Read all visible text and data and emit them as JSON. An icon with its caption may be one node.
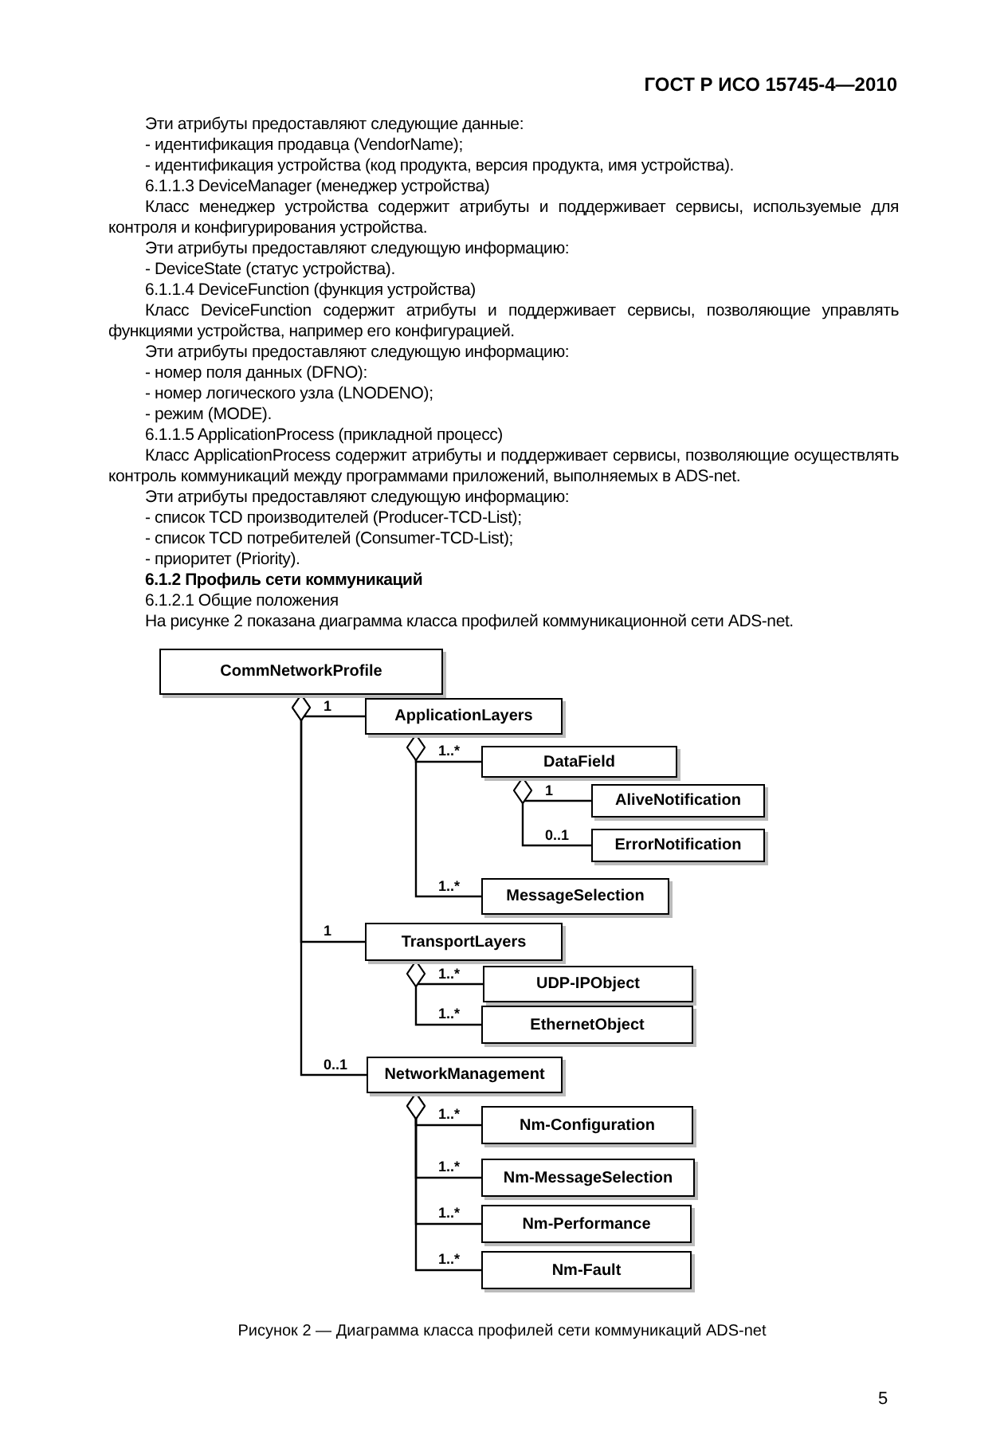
{
  "diagram": {
    "caption": "Рисунок 2 — Диаграмма класса профилей сети коммуникаций ADS-net",
    "nodes": [
      {
        "text": [
          "CommNetworkProfile"
        ]
      },
      {
        "text": [
          "ApplicationLayers"
        ]
      },
      {
        "text": [
          "DataField"
        ]
      },
      {
        "text": [
          "AliveNotification"
        ]
      },
      {
        "text": [
          "ErrorNotification"
        ]
      },
      {
        "text": [
          "MessageSelection"
        ]
      },
      {
        "text": [
          "TransportLayers"
        ]
      },
      {
        "text": [
          "UDP-IPObject"
        ]
      },
      {
        "text": [
          "EthernetObject"
        ]
      },
      {
        "text": [
          "NetworkManagement"
        ]
      },
      {
        "text": [
          "Nm-Configuration"
        ]
      },
      {
        "text": [
          "Nm-MessageSelection"
        ]
      },
      {
        "text": [
          "Nm-Performance"
        ]
      },
      {
        "text": [
          "Nm-Fault"
        ]
      }
    ],
    "edges": [
      {
        "from": 0,
        "to": 1,
        "arrow": "other",
        "label": "1"
      },
      {
        "from": 1,
        "to": 2,
        "arrow": "other",
        "label": "1..*"
      },
      {
        "from": 2,
        "to": 3,
        "arrow": "other",
        "label": "1"
      },
      {
        "from": 2,
        "to": 4,
        "arrow": "other",
        "label": "0..1"
      },
      {
        "from": 1,
        "to": 5,
        "arrow": "other",
        "label": "1..*"
      },
      {
        "from": 0,
        "to": 6,
        "arrow": "other",
        "label": "1"
      },
      {
        "from": 6,
        "to": 7,
        "arrow": "other",
        "label": "1..*"
      },
      {
        "from": 6,
        "to": 8,
        "arrow": "other",
        "label": "1..*"
      },
      {
        "from": 0,
        "to": 9,
        "arrow": "other",
        "label": "0..1"
      },
      {
        "from": 9,
        "to": 10,
        "arrow": "other",
        "label": "1..*"
      },
      {
        "from": 9,
        "to": 11,
        "arrow": "other",
        "label": "1..*"
      },
      {
        "from": 9,
        "to": 12,
        "arrow": "other",
        "label": "1..*"
      },
      {
        "from": 9,
        "to": 13,
        "arrow": "other",
        "label": "1..*"
      }
    ],
    "labels": [
      "ГОСТ Р ИСО 15745-4—2010",
      "Эти атрибуты предоставляют следующие данные:",
      "- идентификация продавца (VendorName);",
      "- идентификация устройства (код продукта, версия продукта, имя устройства).",
      "6.1.1.3 DeviceManager (менеджер устройства)",
      "Класс менеджер устройства содержит атрибуты и поддерживает сервисы, используемые для контроля и конфигурирования устройства.",
      "Эти атрибуты предоставляют следующую информацию:",
      "- DeviceState (статус устройства).",
      "6.1.1.4 DeviceFunction (функция устройства)",
      "Класс DeviceFunction содержит атрибуты и поддерживает сервисы, позволяющие управлять функциями устройства, например его конфигурацией.",
      "Эти атрибуты предоставляют следующую информацию:",
      "- номер поля данных (DFNO):",
      "- номер логического узла (LNODENO);",
      "- режим (MODE).",
      "6.1.1.5 ApplicationProcess (прикладной процесс)",
      "Класс ApplicationProcess содержит атрибуты и поддерживает сервисы, позволяющие осуществлять контроль коммуникаций между программами приложений, выполняемых в ADS-net.",
      "Эти атрибуты предоставляют следующую информацию:",
      "- список TCD производителей (Producer-TCD-List);",
      "- список TCD потребителей (Consumer-TCD-List);",
      "- приоритет (Priority).",
      "6.1.2 Профиль сети коммуникаций",
      "6.1.2.1 Общие положения",
      "На рисунке 2 показана диаграмма класса профилей коммуникационной сети ADS-net.",
      "5"
    ]
  }
}
